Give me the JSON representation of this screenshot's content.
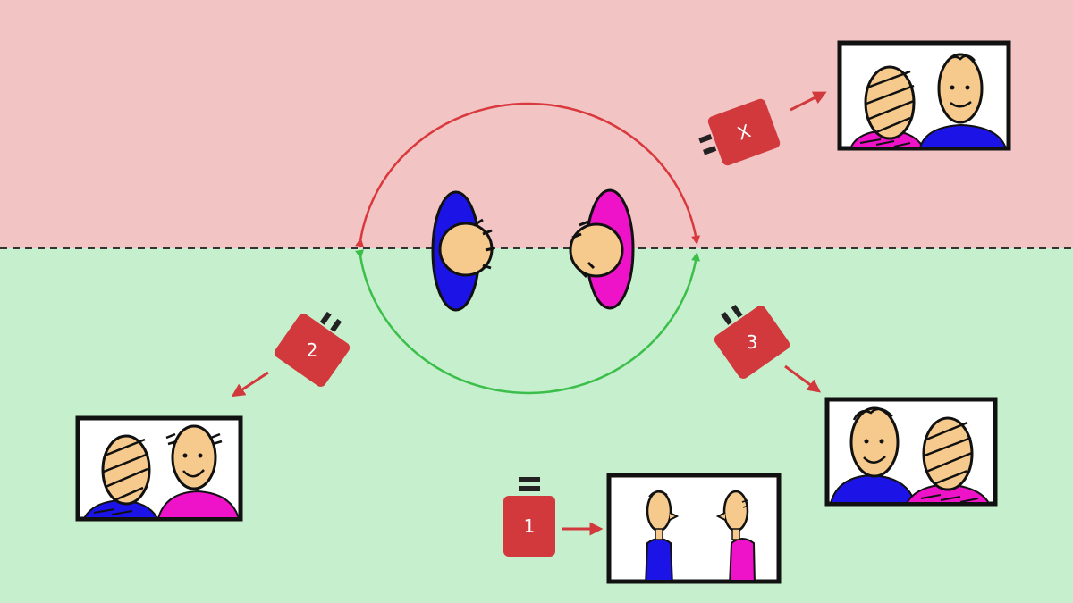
{
  "colors": {
    "forbidden_zone": "#f2c4c4",
    "allowed_zone": "#c5efcd",
    "forbidden_arc": "#d9393c",
    "allowed_arc": "#3cbf4a",
    "camera": "#d2393c",
    "arrow": "#d2393c",
    "person_a_shirt": "#1c14e6",
    "person_b_shirt": "#ee12c8",
    "skin": "#f6c98c",
    "frame": "#111111"
  },
  "cameras": [
    {
      "id": "camera-x",
      "label": "X",
      "zone": "forbidden"
    },
    {
      "id": "camera-1",
      "label": "1",
      "zone": "allowed"
    },
    {
      "id": "camera-2",
      "label": "2",
      "zone": "allowed"
    },
    {
      "id": "camera-3",
      "label": "3",
      "zone": "allowed"
    }
  ],
  "icons": {
    "axis_line": "dashed-axis-line-icon",
    "people": "two-people-top-view-icon",
    "camera": "video-camera-icon",
    "monitor": "screen-frame-icon"
  }
}
